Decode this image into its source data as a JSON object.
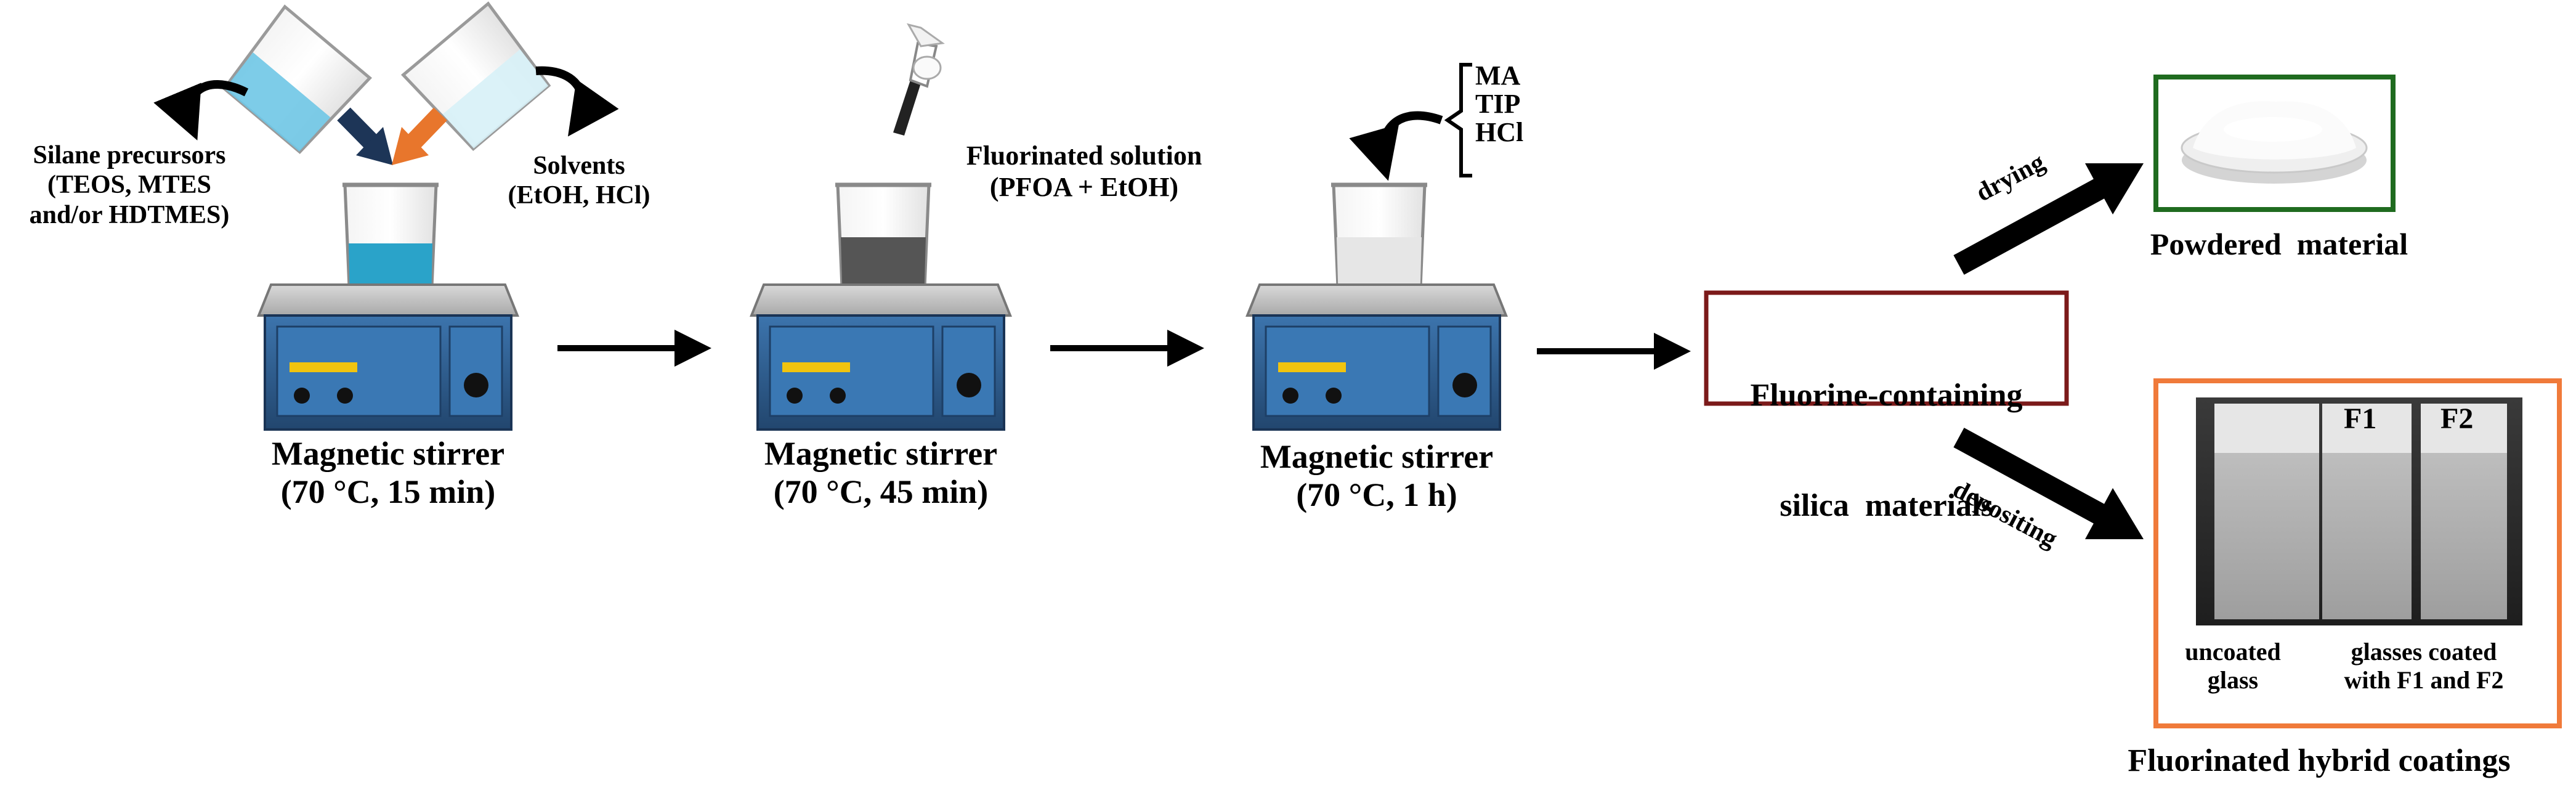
{
  "stage1": {
    "precursors": [
      "Silane precursors",
      "(TEOS, MTES",
      "and/or HDTMES)"
    ],
    "solvents": [
      "Solvents",
      "(EtOH, HCl)"
    ],
    "stirrer_label": "Magnetic stirrer",
    "stirrer_condition": "(70 °C, 15 min)"
  },
  "stage2": {
    "fluorinated": [
      "Fluorinated solution",
      "(PFOA + EtOH)"
    ],
    "stirrer_label": "Magnetic stirrer",
    "stirrer_condition": "(70 °C, 45 min)"
  },
  "stage3": {
    "reagents": [
      "MA",
      "TIP",
      "HCl"
    ],
    "stirrer_label": "Magnetic stirrer",
    "stirrer_condition": "(70 °C, 1 h)"
  },
  "product_box": [
    "Fluorine-containing",
    "silica  materials"
  ],
  "branch_drying": {
    "arrow_label": "drying",
    "result_label": "Powdered  material"
  },
  "branch_depositing": {
    "arrow_label": "depositing",
    "slide_labels": [
      "F1",
      "F2"
    ],
    "caption_left": [
      "uncoated",
      "glass"
    ],
    "caption_right": [
      "glasses coated",
      "with F1 and F2"
    ],
    "result_label": "Fluorinated hybrid coatings"
  },
  "colors": {
    "product_box_border": "#7b1a1a",
    "powder_box_border": "#1f6b1f",
    "coatings_box_border": "#f07a3a",
    "stirrer_body": "#2f5f95",
    "beaker_liquid_1": "#2aa3c9",
    "beaker_liquid_2": "#555555",
    "beaker_liquid_3": "#e6e6e6",
    "arrow_navy": "#1d3557",
    "arrow_orange": "#e8762c"
  }
}
